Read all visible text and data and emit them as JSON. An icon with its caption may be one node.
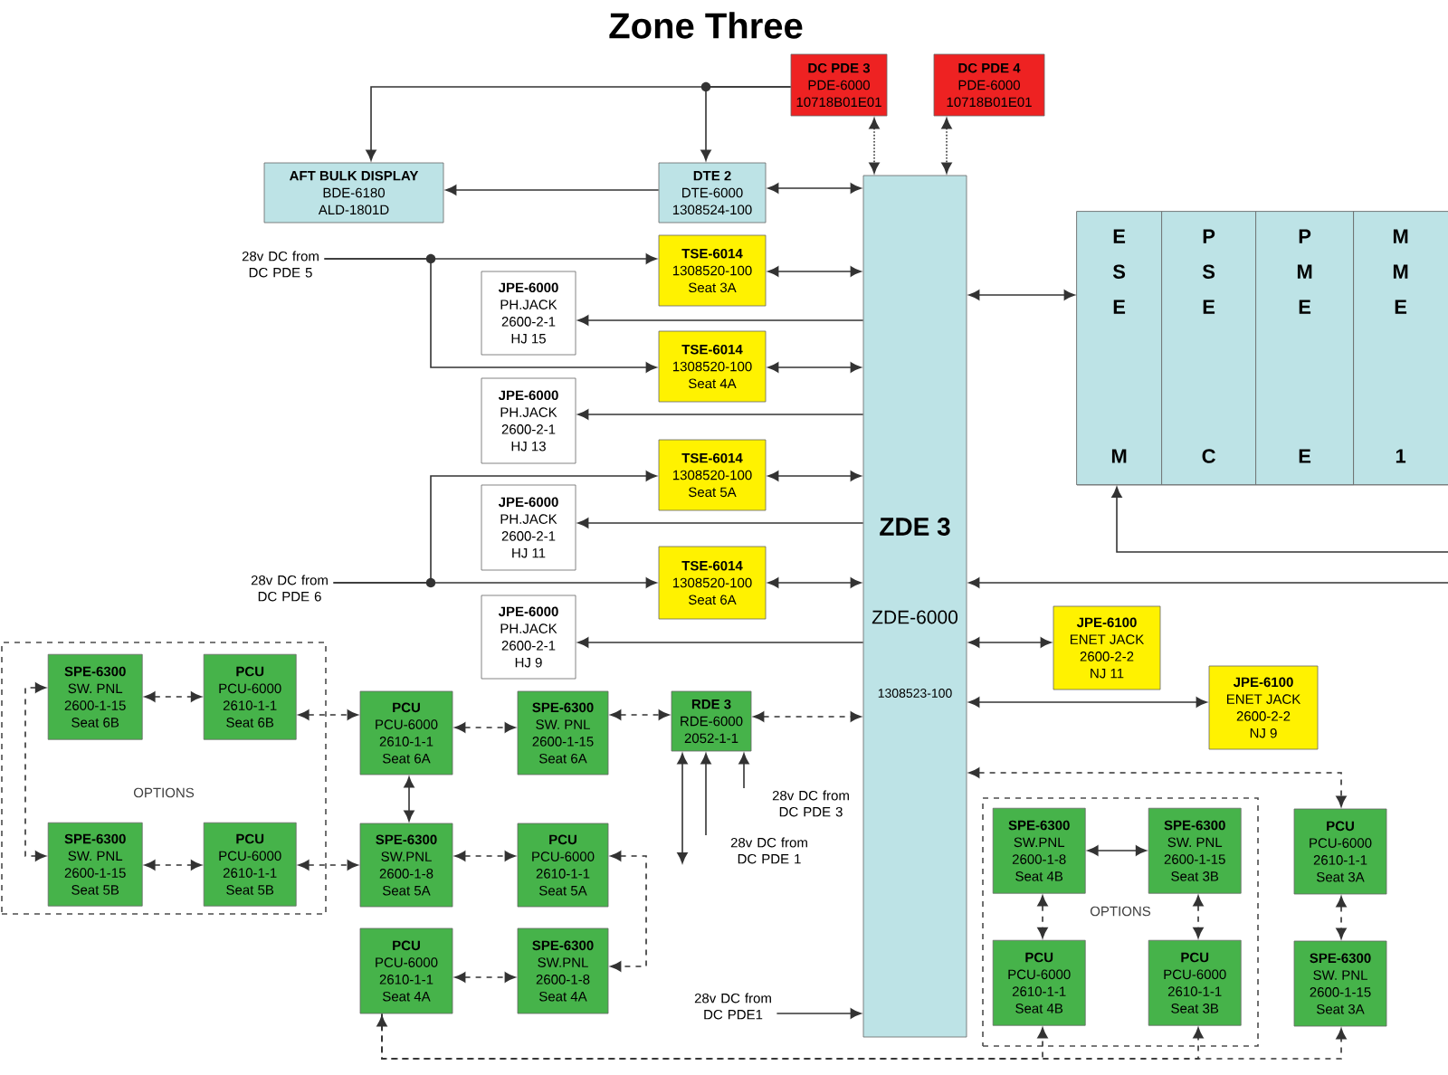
{
  "diagram": {
    "title": "Zone Three",
    "nodes": [
      {
        "text": [
          "DC PDE 3",
          "PDE-6000",
          "10718B01E01"
        ]
      },
      {
        "text": [
          "DC PDE 4",
          "PDE-6000",
          "10718B01E01"
        ]
      },
      {
        "text": [
          "AFT BULK DISPLAY",
          "BDE-6180",
          "ALD-1801D"
        ]
      },
      {
        "text": [
          "DTE 2",
          "DTE-6000",
          "1308524-100"
        ]
      },
      {
        "text": [
          "ZDE 3",
          "ZDE-6000",
          "1308523-100"
        ]
      },
      {
        "text": [],
        "shape": "box"
      },
      {
        "text": [
          "E S E",
          "M"
        ],
        "in": 5
      },
      {
        "text": [
          "P S E",
          "C"
        ],
        "in": 5
      },
      {
        "text": [
          "P M E",
          "E"
        ],
        "in": 5
      },
      {
        "text": [
          "M M E",
          "1"
        ],
        "in": 5
      },
      {
        "text": [
          "28v DC from DC PDE 5"
        ]
      },
      {
        "text": [
          "TSE-6014",
          "1308520-100",
          "Seat 3A"
        ]
      },
      {
        "text": [
          "JPE-6000",
          "PH.JACK",
          "2600-2-1",
          "HJ 15"
        ]
      },
      {
        "text": [
          "TSE-6014",
          "1308520-100",
          "Seat 4A"
        ]
      },
      {
        "text": [
          "JPE-6000",
          "PH.JACK",
          "2600-2-1",
          "HJ 13"
        ]
      },
      {
        "text": [
          "TSE-6014",
          "1308520-100",
          "Seat 5A"
        ]
      },
      {
        "text": [
          "JPE-6000",
          "PH.JACK",
          "2600-2-1",
          "HJ 11"
        ]
      },
      {
        "text": [
          "28v DC from DC PDE 6"
        ]
      },
      {
        "text": [
          "TSE-6014",
          "1308520-100",
          "Seat 6A"
        ]
      },
      {
        "text": [
          "JPE-6000",
          "PH.JACK",
          "2600-2-1",
          "HJ 9"
        ]
      },
      {
        "text": [
          "JPE-6100",
          "ENET JACK",
          "2600-2-2",
          "NJ 11"
        ]
      },
      {
        "text": [
          "JPE-6100",
          "ENET JACK",
          "2600-2-2",
          "NJ 9"
        ]
      },
      {
        "text": [
          "OPTIONS"
        ]
      },
      {
        "text": [
          "SPE-6300",
          "SW. PNL",
          "2600-1-15",
          "Seat 6B"
        ],
        "in": 22
      },
      {
        "text": [
          "PCU",
          "PCU-6000",
          "2610-1-1",
          "Seat 6B"
        ],
        "in": 22
      },
      {
        "text": [
          "SPE-6300",
          "SW. PNL",
          "2600-1-15",
          "Seat 5B"
        ],
        "in": 22
      },
      {
        "text": [
          "PCU",
          "PCU-6000",
          "2610-1-1",
          "Seat 5B"
        ],
        "in": 22
      },
      {
        "text": [
          "PCU",
          "PCU-6000",
          "2610-1-1",
          "Seat 6A"
        ]
      },
      {
        "text": [
          "SPE-6300",
          "SW. PNL",
          "2600-1-15",
          "Seat 6A"
        ]
      },
      {
        "text": [
          "RDE 3",
          "RDE-6000",
          "2052-1-1"
        ]
      },
      {
        "text": [
          "SPE-6300",
          "SW.PNL",
          "2600-1-8",
          "Seat 5A"
        ]
      },
      {
        "text": [
          "PCU",
          "PCU-6000",
          "2610-1-1",
          "Seat 5A"
        ]
      },
      {
        "text": [
          "28v DC from DC PDE 3"
        ]
      },
      {
        "text": [
          "28v DC from DC PDE 1"
        ]
      },
      {
        "text": [
          "PCU",
          "PCU-6000",
          "2610-1-1",
          "Seat 4A"
        ]
      },
      {
        "text": [
          "SPE-6300",
          "SW.PNL",
          "2600-1-8",
          "Seat 4A"
        ]
      },
      {
        "text": [
          "28v DC from DC PDE1"
        ]
      },
      {
        "text": [
          "OPTIONS"
        ]
      },
      {
        "text": [
          "SPE-6300",
          "SW.PNL",
          "2600-1-8",
          "Seat 4B"
        ],
        "in": 37
      },
      {
        "text": [
          "SPE-6300",
          "SW. PNL",
          "2600-1-15",
          "Seat 3B"
        ],
        "in": 37
      },
      {
        "text": [
          "PCU",
          "PCU-6000",
          "2610-1-1",
          "Seat 4B"
        ],
        "in": 37
      },
      {
        "text": [
          "PCU",
          "PCU-6000",
          "2610-1-1",
          "Seat 3B"
        ],
        "in": 37
      },
      {
        "text": [
          "PCU",
          "PCU-6000",
          "2610-1-1",
          "Seat 3A"
        ]
      },
      {
        "text": [
          "SPE-6300",
          "SW. PNL",
          "2600-1-15",
          "Seat 3A"
        ]
      }
    ],
    "edges": [
      {
        "from": 0,
        "to": 2,
        "arrow": "to"
      },
      {
        "from": 0,
        "to": 3,
        "arrow": "to"
      },
      {
        "from": 3,
        "to": 2,
        "arrow": "to"
      },
      {
        "from": 3,
        "to": 4,
        "arrow": "both"
      },
      {
        "from": 0,
        "to": 4,
        "arrow": "both",
        "style": "dashed"
      },
      {
        "from": 1,
        "to": 4,
        "arrow": "both",
        "style": "dashed"
      },
      {
        "from": 4,
        "to": 5,
        "arrow": "both"
      },
      {
        "from": null,
        "to": 6,
        "arrow": "to"
      },
      {
        "from": null,
        "to": 4,
        "arrow": "to"
      },
      {
        "from": 10,
        "to": 11,
        "arrow": "to"
      },
      {
        "from": 10,
        "to": 13,
        "arrow": "to"
      },
      {
        "from": 4,
        "to": 12,
        "arrow": "to"
      },
      {
        "from": 11,
        "to": 4,
        "arrow": "both"
      },
      {
        "from": 4,
        "to": 14,
        "arrow": "to"
      },
      {
        "from": 13,
        "to": 4,
        "arrow": "both"
      },
      {
        "from": 17,
        "to": 15,
        "arrow": "to"
      },
      {
        "from": 17,
        "to": 18,
        "arrow": "to"
      },
      {
        "from": 15,
        "to": 4,
        "arrow": "both"
      },
      {
        "from": 4,
        "to": 16,
        "arrow": "to"
      },
      {
        "from": 18,
        "to": 4,
        "arrow": "both"
      },
      {
        "from": 4,
        "to": 19,
        "arrow": "to"
      },
      {
        "from": 4,
        "to": 20,
        "arrow": "both"
      },
      {
        "from": 4,
        "to": 21,
        "arrow": "both"
      },
      {
        "from": 23,
        "to": 24,
        "arrow": "both",
        "style": "dashed"
      },
      {
        "from": 23,
        "to": 25,
        "arrow": "both",
        "style": "dashed"
      },
      {
        "from": 25,
        "to": 26,
        "arrow": "both",
        "style": "dashed"
      },
      {
        "from": 24,
        "to": 27,
        "arrow": "both",
        "style": "dashed"
      },
      {
        "from": 26,
        "to": 30,
        "arrow": "both",
        "style": "dashed"
      },
      {
        "from": 27,
        "to": 30,
        "arrow": "both"
      },
      {
        "from": 27,
        "to": 28,
        "arrow": "both",
        "style": "dashed"
      },
      {
        "from": 30,
        "to": 31,
        "arrow": "both",
        "style": "dashed"
      },
      {
        "from": 31,
        "to": 35,
        "arrow": "both",
        "style": "dashed"
      },
      {
        "from": 34,
        "to": 35,
        "arrow": "both",
        "style": "dashed"
      },
      {
        "from": 28,
        "to": 29,
        "arrow": "both",
        "style": "dashed"
      },
      {
        "from": 29,
        "to": 4,
        "arrow": "both",
        "style": "dashed"
      },
      {
        "from": 29,
        "to": null,
        "arrow": "both"
      },
      {
        "from": 33,
        "to": 29,
        "arrow": "to"
      },
      {
        "from": 32,
        "to": 29,
        "arrow": "to"
      },
      {
        "from": 36,
        "to": 4,
        "arrow": "to"
      },
      {
        "from": 34,
        "to": 40,
        "arrow": "both",
        "style": "dashed"
      },
      {
        "from": 34,
        "to": 41,
        "arrow": "to",
        "style": "dashed"
      },
      {
        "from": 34,
        "to": 43,
        "arrow": "to",
        "style": "dashed"
      },
      {
        "from": 4,
        "to": 42,
        "arrow": "both",
        "style": "dashed"
      },
      {
        "from": 42,
        "to": 43,
        "arrow": "both",
        "style": "dashed"
      },
      {
        "from": 38,
        "to": 39,
        "arrow": "both"
      },
      {
        "from": 38,
        "to": 40,
        "arrow": "both",
        "style": "dashed"
      },
      {
        "from": 39,
        "to": 41,
        "arrow": "both",
        "style": "dashed"
      }
    ]
  }
}
